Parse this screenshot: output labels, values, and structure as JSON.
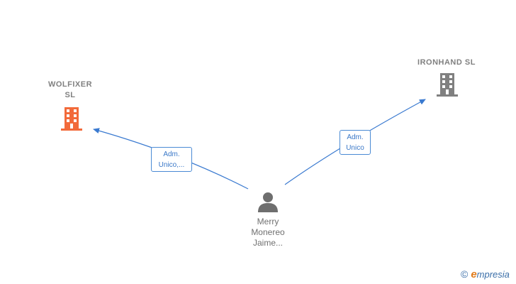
{
  "nodes": {
    "wolfixer": {
      "label": "WOLFIXER\nSL",
      "color": "#f26a3a"
    },
    "ironhand": {
      "label": "IRONHAND SL",
      "color": "#808080"
    },
    "person": {
      "label": "Merry\nMonereo\nJaime..."
    }
  },
  "edges": [
    {
      "label": "Adm.\nUnico,..."
    },
    {
      "label": "Adm.\nUnico"
    }
  ],
  "brand": {
    "copyright": "©",
    "initial": "e",
    "name": "mpresia"
  }
}
